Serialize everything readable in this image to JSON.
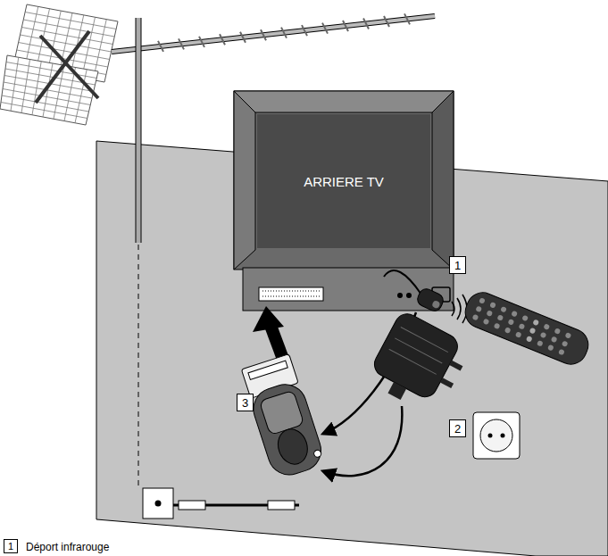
{
  "diagram": {
    "nodes": [
      {
        "text": [
          "ARRIERE TV"
        ]
      },
      {
        "text": [
          "1"
        ]
      },
      {
        "text": [
          "3"
        ]
      },
      {
        "text": [
          "2"
        ]
      },
      {
        "text": [
          "1",
          "Déport infrarouge"
        ]
      }
    ]
  }
}
